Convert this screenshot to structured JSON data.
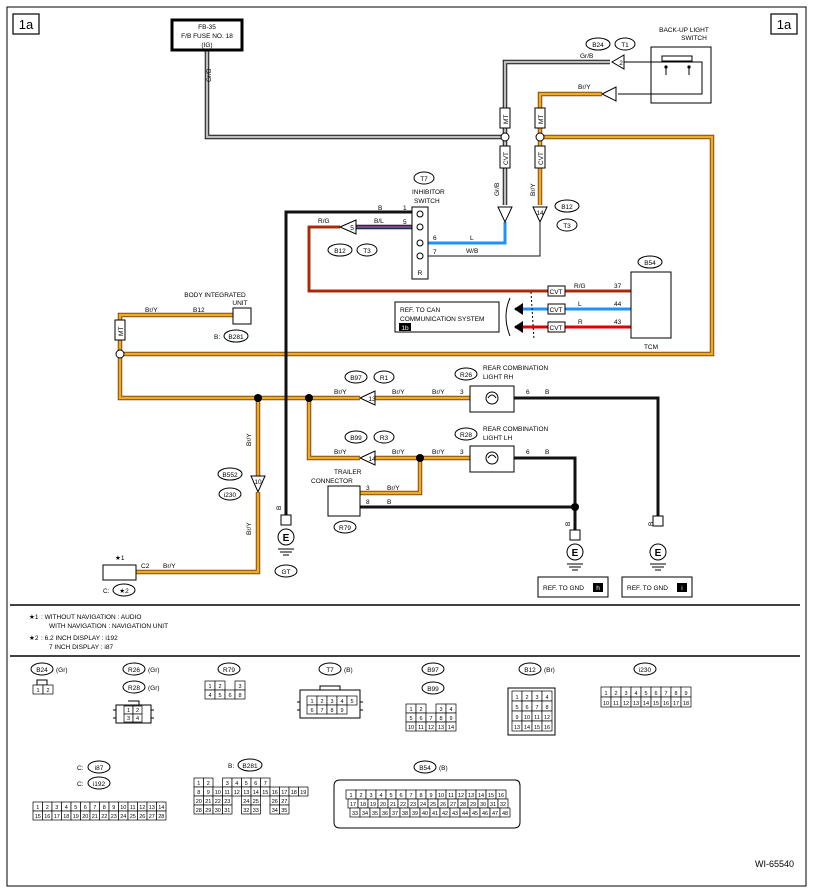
{
  "page": {
    "tag_left": "1a",
    "tag_right": "1a",
    "figure_id": "WI-65540"
  },
  "fuse": {
    "l1": "FB-35",
    "l2": "F/B FUSE NO. 18",
    "l3": "(IG)"
  },
  "components": {
    "backup_switch_l1": "BACK-UP LIGHT",
    "backup_switch_l2": "SWITCH",
    "inhibitor_l1": "INHIBITOR",
    "inhibitor_l2": "SWITCH",
    "body_unit_l1": "BODY INTEGRATED",
    "body_unit_l2": "UNIT",
    "tcm": "TCM",
    "rear_rh_l1": "REAR COMBINATION",
    "rear_rh_l2": "LIGHT RH",
    "rear_lh_l1": "REAR COMBINATION",
    "rear_lh_l2": "LIGHT LH",
    "trailer_l1": "TRAILER",
    "trailer_l2": "CONNECTOR",
    "can_ref_l1": "REF. TO CAN",
    "can_ref_l2": "COMMUNICATION SYSTEM",
    "can_ref_tag": "1b",
    "gnd_h_text": "REF. TO GND",
    "gnd_h_tag": "h",
    "gnd_i_text": "REF. TO GND",
    "gnd_i_tag": "i"
  },
  "connectors": {
    "B24": "B24",
    "T1": "T1",
    "T7": "T7",
    "B12": "B12",
    "T3": "T3",
    "B54": "B54",
    "B281": "B281",
    "B281_prefix": "B:",
    "B97": "B97",
    "R1": "R1",
    "R26": "R26",
    "B99": "B99",
    "R3": "R3",
    "R28": "R28",
    "B552": "B552",
    "i230": "i230",
    "R79": "R79",
    "star2": "★2",
    "star2_prefix": "C:",
    "star1": "★1",
    "GT": "GT"
  },
  "wires": {
    "GrB": "Gr/B",
    "BrY": "Br/Y",
    "B": "B",
    "BL": "B/L",
    "RG": "R/G",
    "L": "L",
    "WB": "W/B",
    "R": "R",
    "MT": "MT",
    "CVT": "CVT",
    "C2": "C2",
    "B12w": "B12"
  },
  "pins": {
    "p1": "1",
    "p5": "5",
    "p6": "6",
    "p7": "7",
    "pR": "R",
    "p37": "37",
    "p44": "44",
    "p43": "43",
    "p3": "3",
    "p6b": "6",
    "p3b": "3",
    "p6c": "6",
    "p3c": "3",
    "p8": "8",
    "b24_inline": "2",
    "b12_inline": "5",
    "b97_inline": "13",
    "b99_inline": "14",
    "b552_inline": "10",
    "b12_right_inline": "14",
    "e": "E"
  },
  "notes": {
    "n1_mark": "★1",
    "n1_a": ": WITHOUT NAVIGATION : AUDIO",
    "n1_b": "WITH NAVIGATION   : NAVIGATION UNIT",
    "n2_mark": "★2",
    "n2_a": ": 6.2 INCH DISPLAY : i192",
    "n2_b": "7 INCH DISPLAY    : i87"
  },
  "bottom_connectors": {
    "b24": {
      "id": "B24",
      "color": "(Gr)"
    },
    "r26": {
      "id": "R26",
      "color": "(Gr)"
    },
    "r28": {
      "id": "R28",
      "color": "(Gr)"
    },
    "r79": {
      "id": "R79"
    },
    "t7": {
      "id": "T7",
      "color": "(B)"
    },
    "b97": {
      "id": "B97"
    },
    "b99": {
      "id": "B99"
    },
    "b12": {
      "id": "B12",
      "color": "(Br)"
    },
    "i230": {
      "id": "i230"
    },
    "i87": {
      "id": "i87",
      "prefix": "C:"
    },
    "i192": {
      "id": "i192",
      "prefix": "C:"
    },
    "b281": {
      "id": "B281",
      "prefix": "B:"
    },
    "b54": {
      "id": "B54",
      "color": "(B)"
    }
  },
  "grids": {
    "b24": [
      [
        "1",
        "2"
      ]
    ],
    "r79": [
      [
        "1",
        "2",
        "",
        "3"
      ],
      [
        "4",
        "5",
        "6",
        "8"
      ]
    ],
    "t7": [
      [
        "1",
        "2",
        "3",
        "4",
        "5"
      ],
      [
        "6",
        "7",
        "8",
        "9"
      ]
    ],
    "b97": [
      [
        "1",
        "2",
        "",
        "3",
        "4"
      ],
      [
        "5",
        "6",
        "7",
        "8",
        "9"
      ],
      [
        "10",
        "11",
        "12",
        "13",
        "14"
      ]
    ],
    "b12": [
      [
        "1",
        "2",
        "3",
        "4"
      ],
      [
        "5",
        "6",
        "7",
        "8"
      ],
      [
        "9",
        "10",
        "11",
        "12"
      ],
      [
        "13",
        "14",
        "15",
        "16"
      ]
    ],
    "r26": [
      [
        "1",
        "2"
      ],
      [
        "3",
        "4"
      ]
    ],
    "i230": [
      [
        "1",
        "2",
        "3",
        "4",
        "5",
        "6",
        "7",
        "8",
        "9"
      ],
      [
        "10",
        "11",
        "12",
        "13",
        "14",
        "15",
        "16",
        "17",
        "18"
      ]
    ],
    "i87": [
      [
        "1",
        "2",
        "3",
        "4",
        "5",
        "6",
        "7",
        "8",
        "9",
        "10",
        "11",
        "12",
        "13",
        "14"
      ],
      [
        "15",
        "16",
        "17",
        "18",
        "19",
        "20",
        "21",
        "22",
        "23",
        "24",
        "25",
        "26",
        "27",
        "28"
      ]
    ],
    "b281": [
      [
        "1",
        "2",
        "",
        "3",
        "4",
        "5",
        "6",
        "7"
      ],
      [
        "8",
        "9",
        "10",
        "11",
        "12",
        "13",
        "14",
        "15",
        "16",
        "17",
        "18",
        "19"
      ],
      [
        "20",
        "21",
        "22",
        "23",
        "",
        "24",
        "25",
        "",
        "26",
        "27"
      ],
      [
        "28",
        "29",
        "30",
        "31",
        "",
        "32",
        "33",
        "",
        "34",
        "35"
      ]
    ],
    "b54": [
      [
        "1",
        "2",
        "3",
        "4",
        "5",
        "6",
        "7",
        "8",
        "9",
        "10",
        "11",
        "12",
        "13",
        "14",
        "15",
        "16"
      ],
      [
        "17",
        "18",
        "19",
        "20",
        "21",
        "22",
        "23",
        "24",
        "25",
        "26",
        "27",
        "28",
        "29",
        "30",
        "31",
        "32"
      ],
      [
        "33",
        "34",
        "35",
        "36",
        "37",
        "38",
        "39",
        "40",
        "41",
        "42",
        "43",
        "44",
        "45",
        "46",
        "47",
        "48"
      ]
    ]
  },
  "colors": {
    "black": "#111111",
    "brown": "#8b4513",
    "yellow": "#e8b020",
    "blue": "#1e90ff",
    "red": "#e00000",
    "grey": "#bdbdbd"
  }
}
